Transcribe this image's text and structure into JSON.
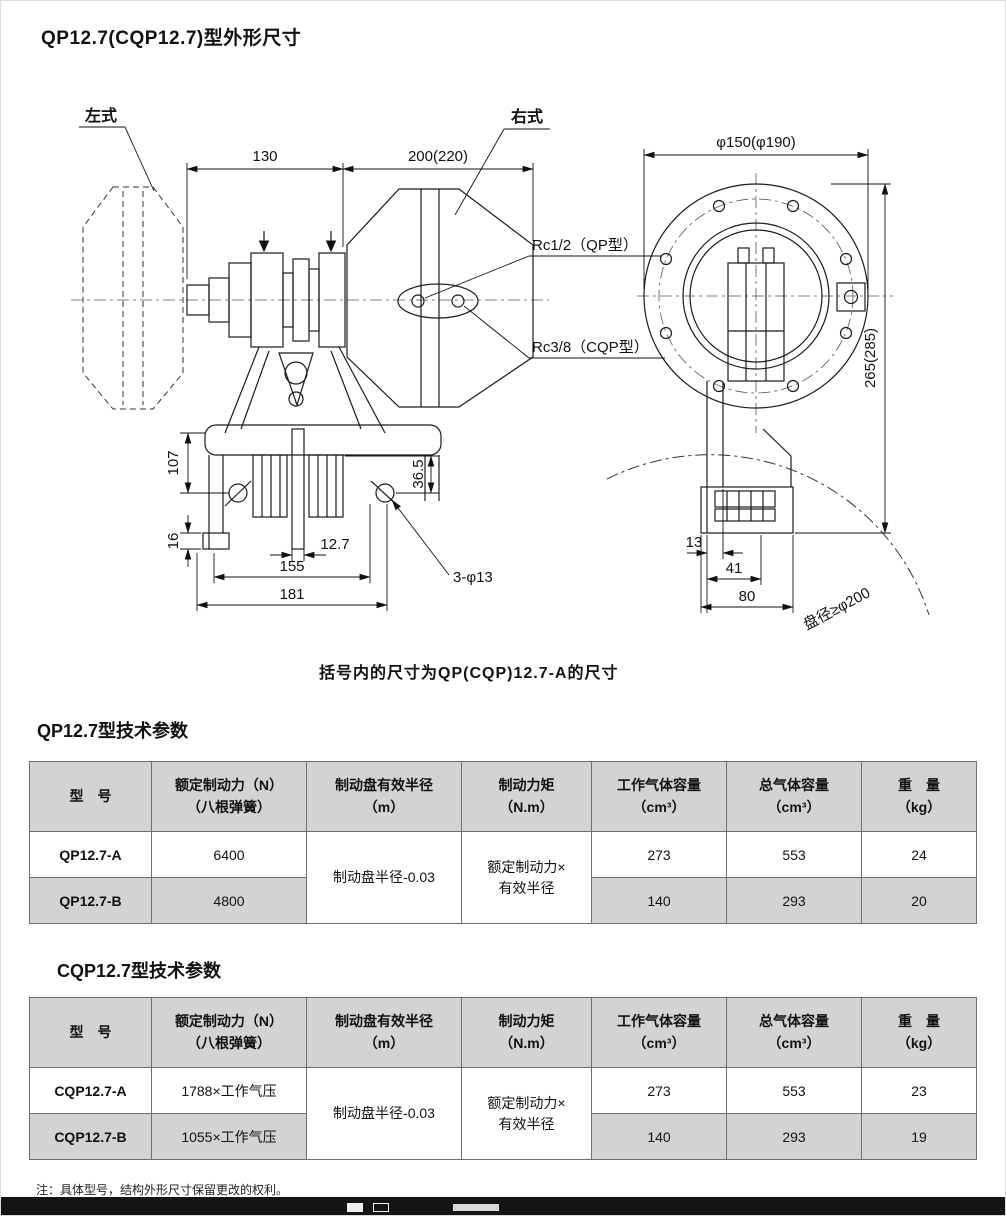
{
  "colors": {
    "table_header_bg": "#d3d3d3",
    "table_alt_row_bg": "#d3d3d3",
    "footer_bar_bg": "#141414"
  },
  "page": {
    "title": "QP12.7(CQP12.7)型外形尺寸",
    "footnote": "注：具体型号，结构外形尺寸保留更改的权利。"
  },
  "drawing": {
    "view_left_label": "左式",
    "view_right_label": "右式",
    "caption": "括号内的尺寸为QP(CQP)12.7-A的尺寸",
    "dims": {
      "width_hub": "130",
      "width_body": "200(220)",
      "flange_dia": "φ150(φ190)",
      "port_qp": "Rc1/2（QP型）",
      "port_cqp": "Rc3/8（CQP型）",
      "height_total": "265(285)",
      "h107": "107",
      "h36_5": "36.5",
      "h16": "16",
      "disc_thickness": "12.7",
      "w155": "155",
      "w181": "181",
      "holes": "3-φ13",
      "w13": "13",
      "w41": "41",
      "w80": "80",
      "disc_dia": "盘径≥φ200"
    }
  },
  "table_qp": {
    "title": "QP12.7型技术参数",
    "headers": [
      {
        "l1": "型　号",
        "l2": ""
      },
      {
        "l1": "额定制动力（N）",
        "l2": "（八根弹簧）"
      },
      {
        "l1": "制动盘有效半径",
        "l2": "（m）"
      },
      {
        "l1": "制动力矩",
        "l2": "（N.m）"
      },
      {
        "l1": "工作气体容量",
        "l2": "（cm³）"
      },
      {
        "l1": "总气体容量",
        "l2": "（cm³）"
      },
      {
        "l1": "重　量",
        "l2": "（kg）"
      }
    ],
    "merged": {
      "radius": "制动盘半径-0.03",
      "torque_l1": "额定制动力×",
      "torque_l2": "有效半径"
    },
    "rows": [
      {
        "model": "QP12.7-A",
        "force": "6400",
        "work_vol": "273",
        "total_vol": "553",
        "weight": "24"
      },
      {
        "model": "QP12.7-B",
        "force": "4800",
        "work_vol": "140",
        "total_vol": "293",
        "weight": "20"
      }
    ]
  },
  "table_cqp": {
    "title": "CQP12.7型技术参数",
    "headers": [
      {
        "l1": "型　号",
        "l2": ""
      },
      {
        "l1": "额定制动力（N）",
        "l2": "（八根弹簧）"
      },
      {
        "l1": "制动盘有效半径",
        "l2": "（m）"
      },
      {
        "l1": "制动力矩",
        "l2": "（N.m）"
      },
      {
        "l1": "工作气体容量",
        "l2": "（cm³）"
      },
      {
        "l1": "总气体容量",
        "l2": "（cm³）"
      },
      {
        "l1": "重　量",
        "l2": "（kg）"
      }
    ],
    "merged": {
      "radius": "制动盘半径-0.03",
      "torque_l1": "额定制动力×",
      "torque_l2": "有效半径"
    },
    "rows": [
      {
        "model": "CQP12.7-A",
        "force": "1788×工作气压",
        "work_vol": "273",
        "total_vol": "553",
        "weight": "23"
      },
      {
        "model": "CQP12.7-B",
        "force": "1055×工作气压",
        "work_vol": "140",
        "total_vol": "293",
        "weight": "19"
      }
    ]
  }
}
